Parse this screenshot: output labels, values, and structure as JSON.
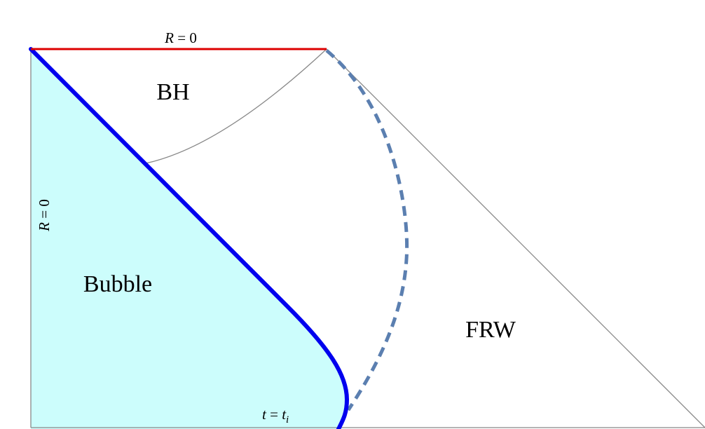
{
  "labels": {
    "top_singularity": {
      "var": "R",
      "rest": " = 0"
    },
    "left_axis": {
      "var": "R",
      "rest": " = 0"
    },
    "bh_region": "BH",
    "bubble_region": "Bubble",
    "frw_region": "FRW",
    "initial_time": {
      "var": "t",
      "eq": " = ",
      "sym": "t",
      "sub": "i"
    }
  },
  "colors": {
    "bubble_fill": "#ccfdfc",
    "bubble_wall": "#0000ee",
    "singularity": "#dd0000",
    "boundary": "#888888",
    "dashed_curve": "#5b7fb0"
  }
}
